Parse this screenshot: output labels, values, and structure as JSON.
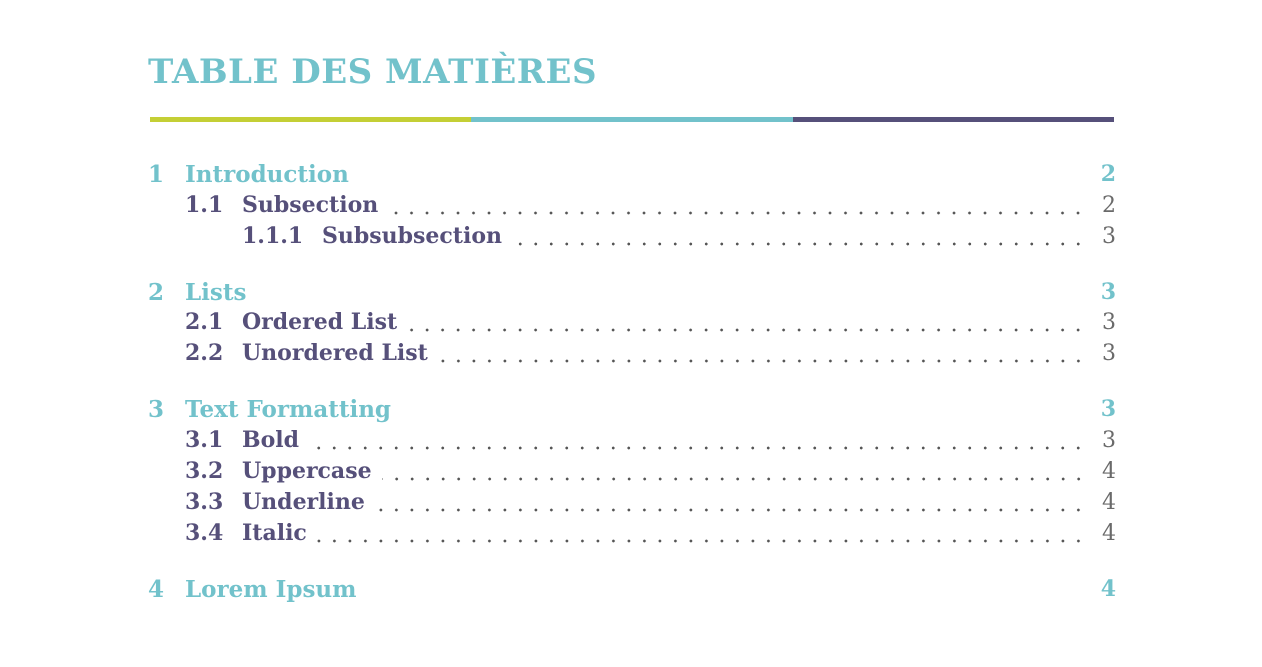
{
  "title": "TABLE DES MATIÈRES",
  "colors": {
    "teal": "#72c2cb",
    "purple": "#56507a",
    "lime": "#c4cf35",
    "page_number": "#6a6a6a"
  },
  "rule_segments": [
    {
      "color": "#c4cf35"
    },
    {
      "color": "#72c2cb"
    },
    {
      "color": "#56507a"
    }
  ],
  "entries": [
    {
      "level": 1,
      "number": "1",
      "label": "Introduction",
      "page": "2"
    },
    {
      "level": 2,
      "number": "1.1",
      "label": "Subsection",
      "page": "2"
    },
    {
      "level": 3,
      "number": "1.1.1",
      "label": "Subsubsection",
      "page": "3"
    },
    {
      "level": 1,
      "number": "2",
      "label": "Lists",
      "page": "3"
    },
    {
      "level": 2,
      "number": "2.1",
      "label": "Ordered List",
      "page": "3"
    },
    {
      "level": 2,
      "number": "2.2",
      "label": "Unordered List",
      "page": "3"
    },
    {
      "level": 1,
      "number": "3",
      "label": "Text Formatting",
      "page": "3"
    },
    {
      "level": 2,
      "number": "3.1",
      "label": "Bold",
      "page": "3"
    },
    {
      "level": 2,
      "number": "3.2",
      "label": "Uppercase",
      "page": "4"
    },
    {
      "level": 2,
      "number": "3.3",
      "label": "Underline",
      "page": "4"
    },
    {
      "level": 2,
      "number": "3.4",
      "label": "Italic",
      "page": "4"
    },
    {
      "level": 1,
      "number": "4",
      "label": "Lorem Ipsum",
      "page": "4"
    }
  ]
}
